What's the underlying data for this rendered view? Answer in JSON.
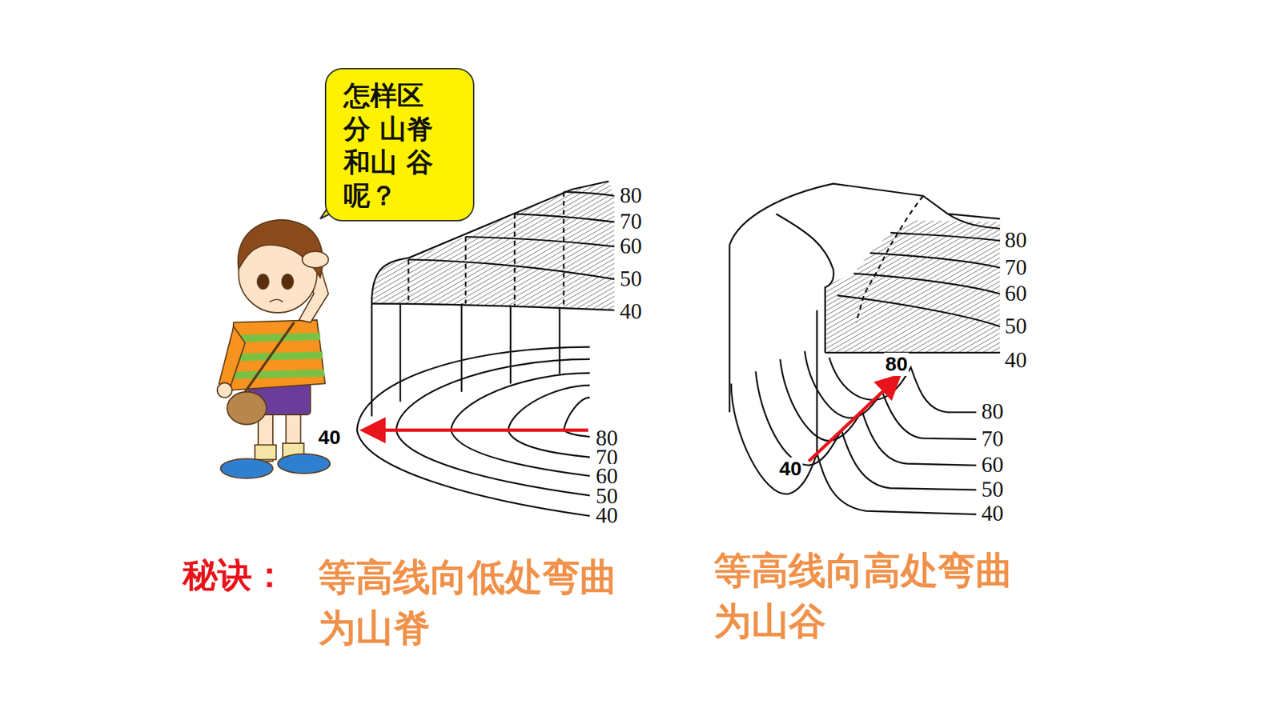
{
  "diagram": {
    "nodes": [
      {
        "text": [
          "怎样区 分 山脊 和山 谷呢？"
        ]
      }
    ],
    "labels": [
      "80",
      "70",
      "60",
      "50",
      "40",
      "40",
      "80",
      "70",
      "60",
      "50",
      "40",
      "80",
      "70",
      "60",
      "50",
      "40",
      "80",
      "40",
      "80",
      "70",
      "60",
      "50",
      "40",
      "秘诀：",
      "等高线向低处弯曲 为山脊",
      "等高线向高处弯曲 为山谷"
    ]
  }
}
